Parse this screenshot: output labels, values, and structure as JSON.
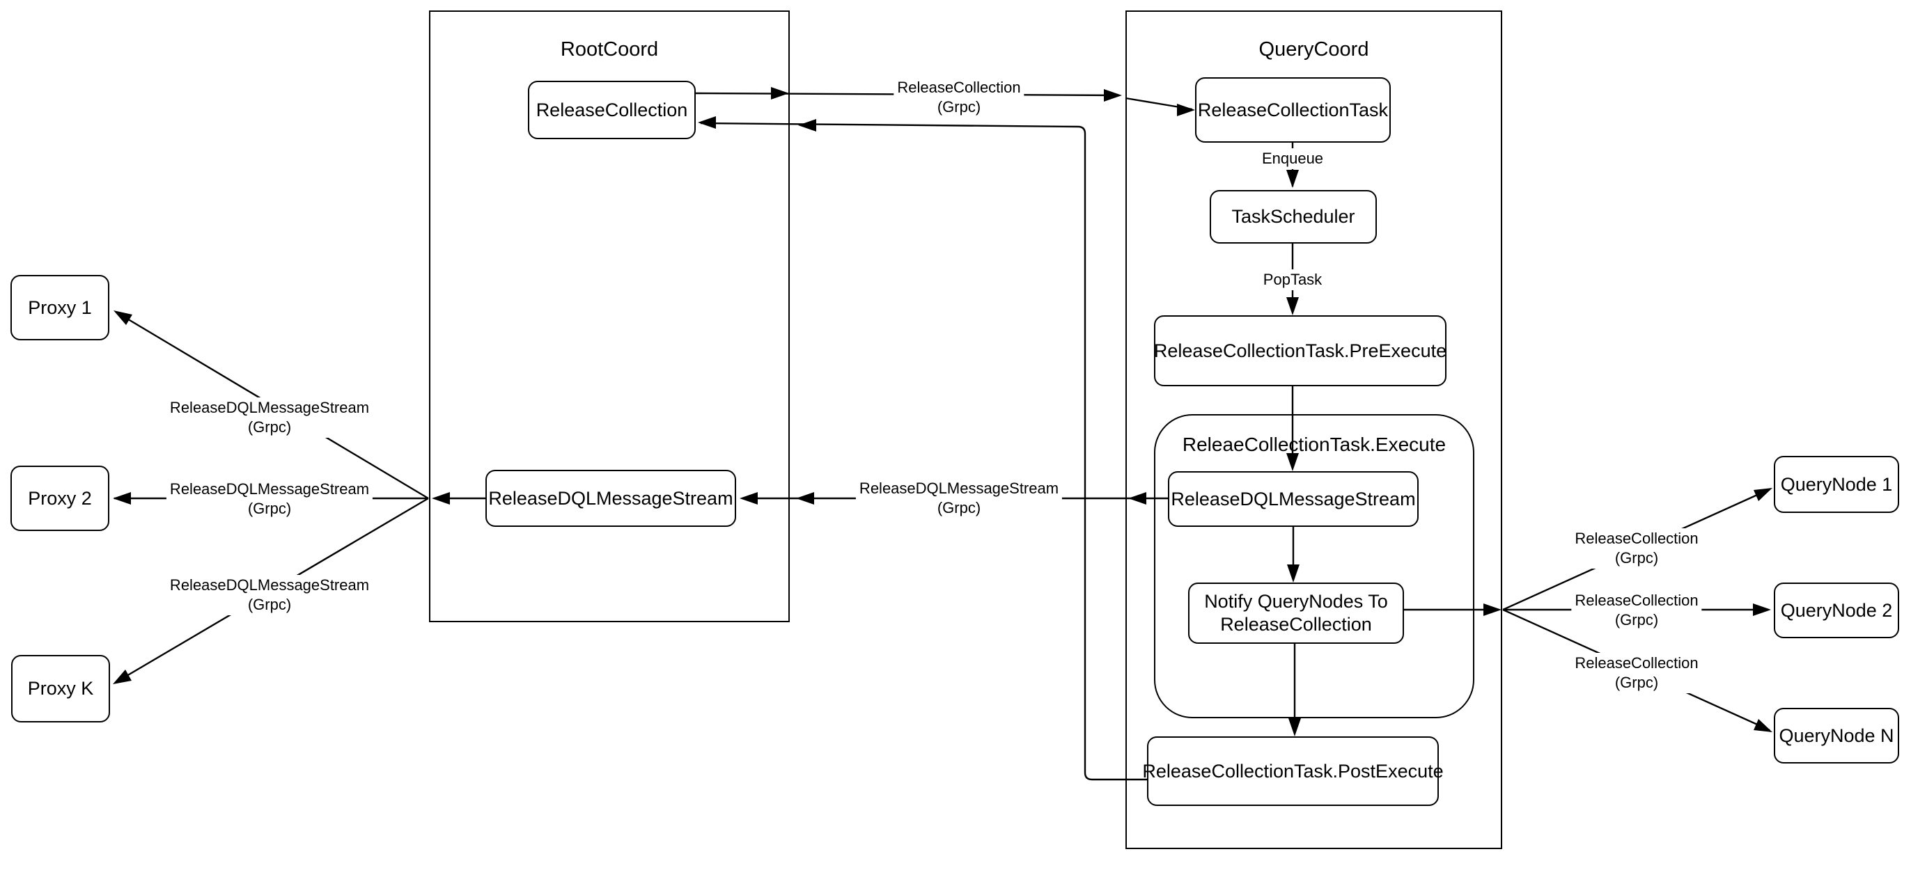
{
  "diagram": {
    "rootcoord": {
      "title": "RootCoord"
    },
    "querycoord": {
      "title": "QueryCoord"
    },
    "execute_group": {
      "title": "ReleaeCollectionTask.Execute"
    },
    "nodes": {
      "release_collection": "ReleaseCollection",
      "root_dql_stream": "ReleaseDQLMessageStream",
      "release_collection_task": "ReleaseCollectionTask",
      "task_scheduler": "TaskScheduler",
      "pre_execute": "ReleaseCollectionTask.PreExecute",
      "exec_dql_stream": "ReleaseDQLMessageStream",
      "notify_line1": "Notify QueryNodes To",
      "notify_line2": "ReleaseCollection",
      "post_execute": "ReleaseCollectionTask.PostExecute",
      "proxy_1": "Proxy 1",
      "proxy_2": "Proxy 2",
      "proxy_k": "Proxy K",
      "querynode_1": "QueryNode 1",
      "querynode_2": "QueryNode 2",
      "querynode_n": "QueryNode N"
    },
    "edge_labels": {
      "release_collection_grpc": {
        "line1": "ReleaseCollection",
        "line2": "(Grpc)"
      },
      "release_dql_grpc": {
        "line1": "ReleaseDQLMessageStream",
        "line2": "(Grpc)"
      },
      "enqueue": "Enqueue",
      "pop_task": "PopTask"
    },
    "colors": {
      "stroke": "#000000",
      "background": "#ffffff"
    }
  }
}
